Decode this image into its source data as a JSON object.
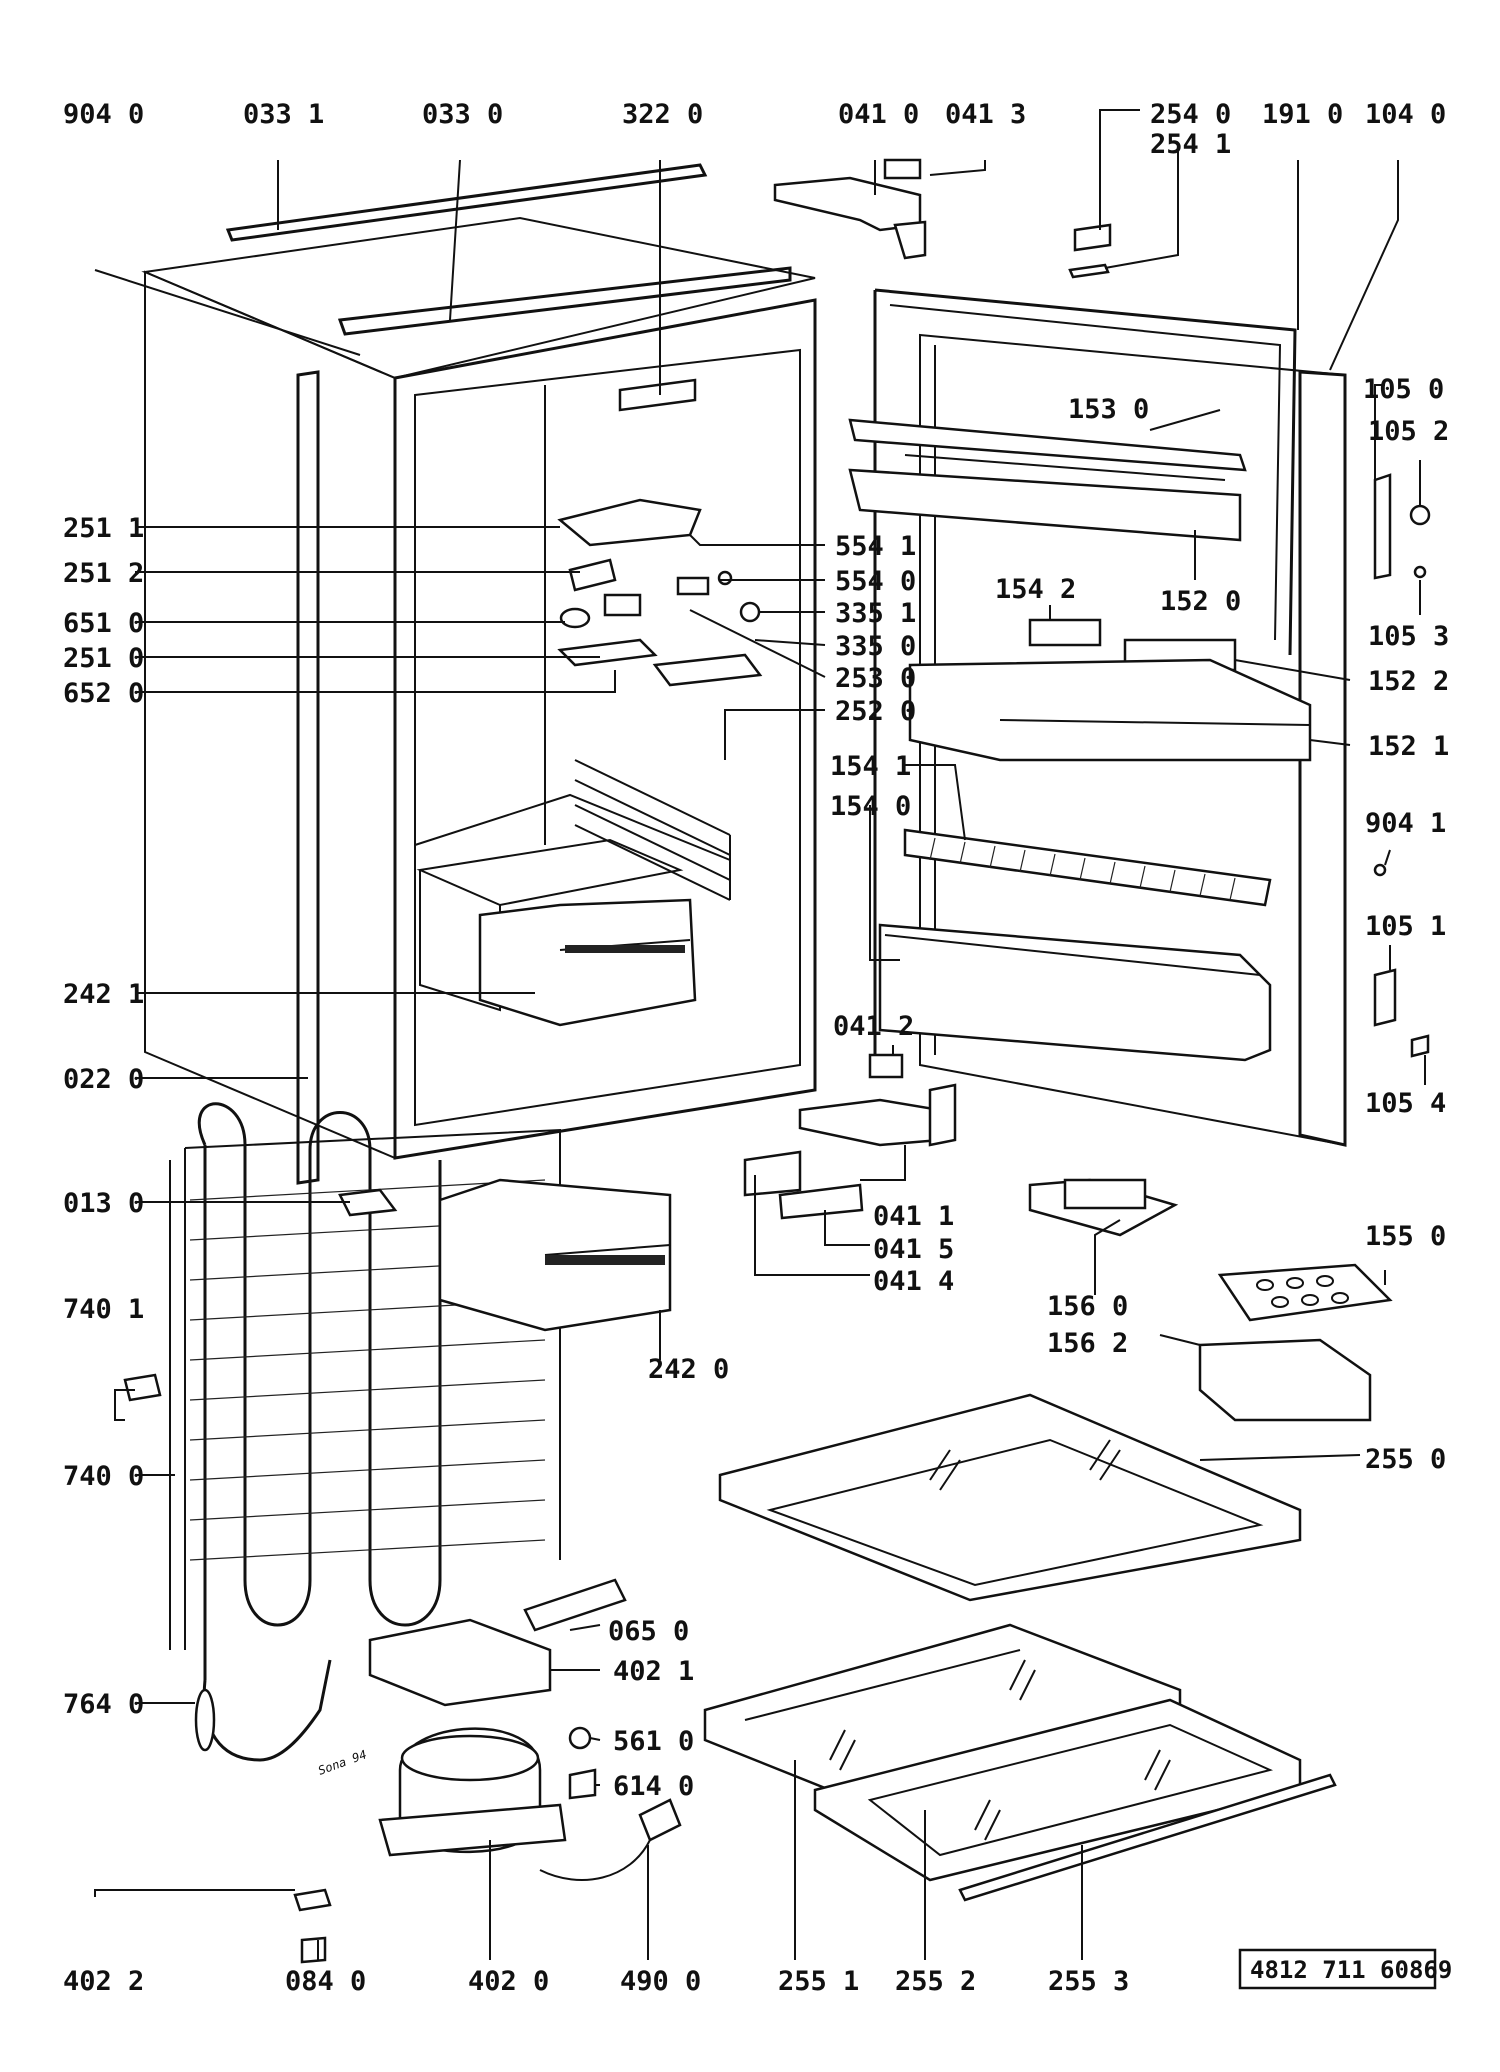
{
  "document_number": "4812 711 60869",
  "stamp": "Sona 94",
  "parts": {
    "p904_0": "904 0",
    "p033_1": "033 1",
    "p033_0": "033 0",
    "p322_0": "322 0",
    "p041_0": "041 0",
    "p041_3": "041 3",
    "p254_0": "254 0",
    "p254_1": "254 1",
    "p191_0": "191 0",
    "p104_0": "104 0",
    "p105_0": "105 0",
    "p105_2": "105 2",
    "p153_0": "153 0",
    "p152_0": "152 0",
    "p105_3": "105 3",
    "p154_2": "154 2",
    "p152_2": "152 2",
    "p152_1": "152 1",
    "p154_1": "154 1",
    "p154_0": "154 0",
    "p904_1": "904 1",
    "p105_1": "105 1",
    "p105_4": "105 4",
    "p041_2": "041 2",
    "p041_1": "041 1",
    "p041_5": "041 5",
    "p041_4": "041 4",
    "p156_0": "156 0",
    "p155_0": "155 0",
    "p156_2": "156 2",
    "p255_0": "255 0",
    "p251_1": "251 1",
    "p251_2": "251 2",
    "p651_0": "651 0",
    "p251_0": "251 0",
    "p652_0": "652 0",
    "p554_1": "554 1",
    "p554_0": "554 0",
    "p335_1": "335 1",
    "p335_0": "335 0",
    "p253_0": "253 0",
    "p252_0": "252 0",
    "p242_1": "242 1",
    "p022_0": "022 0",
    "p013_0": "013 0",
    "p242_0": "242 0",
    "p740_1": "740 1",
    "p740_0": "740 0",
    "p065_0": "065 0",
    "p402_1": "402 1",
    "p764_0": "764 0",
    "p561_0": "561 0",
    "p614_0": "614 0",
    "p402_2": "402 2",
    "p084_0": "084 0",
    "p402_0": "402 0",
    "p490_0": "490 0",
    "p255_1": "255 1",
    "p255_2": "255 2",
    "p255_3": "255 3"
  }
}
